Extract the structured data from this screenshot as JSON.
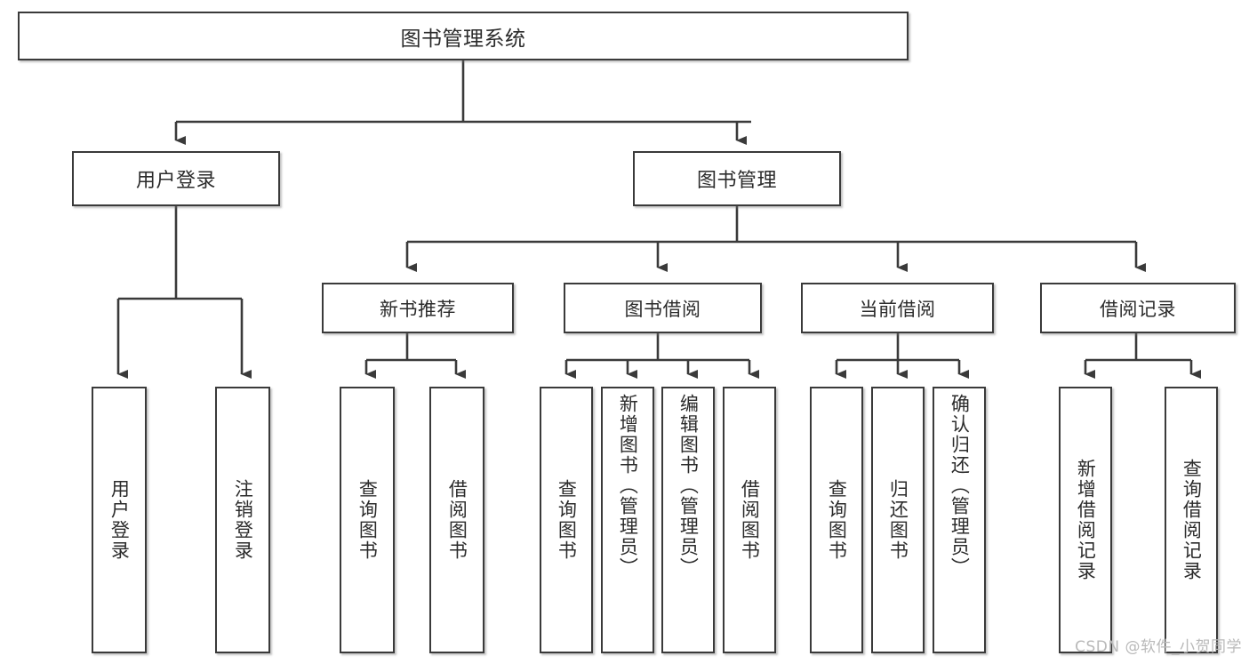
{
  "diagram": {
    "type": "tree",
    "title": "图书管理系统",
    "orientation": "top-down",
    "colors": {
      "node_border": "#3a3a3a",
      "node_fill": "#ffffff",
      "edge": "#3a3a3a",
      "text": "#2b2b2b",
      "watermark": "#b9b9b9",
      "background": "#ffffff"
    },
    "root": {
      "label": "图书管理系统"
    },
    "level1": [
      {
        "id": "user-login",
        "label": "用户登录"
      },
      {
        "id": "book-manage",
        "label": "图书管理"
      }
    ],
    "level2": [
      {
        "id": "new-book-recommend",
        "label": "新书推荐",
        "parent": "book-manage"
      },
      {
        "id": "book-borrow",
        "label": "图书借阅",
        "parent": "book-manage"
      },
      {
        "id": "current-borrow",
        "label": "当前借阅",
        "parent": "book-manage"
      },
      {
        "id": "borrow-record",
        "label": "借阅记录",
        "parent": "book-manage"
      }
    ],
    "leaves": [
      {
        "id": "leaf-user-login",
        "label": "用户登录",
        "parent": "user-login"
      },
      {
        "id": "leaf-user-logout",
        "label": "注销登录",
        "parent": "user-login"
      },
      {
        "id": "leaf-query-book-1",
        "label": "查询图书",
        "parent": "new-book-recommend"
      },
      {
        "id": "leaf-borrow-book-1",
        "label": "借阅图书",
        "parent": "new-book-recommend"
      },
      {
        "id": "leaf-query-book-2",
        "label": "查询图书",
        "parent": "book-borrow"
      },
      {
        "id": "leaf-add-book",
        "label": "新增图书（管理员）",
        "parent": "book-borrow"
      },
      {
        "id": "leaf-edit-book",
        "label": "编辑图书（管理员）",
        "parent": "book-borrow"
      },
      {
        "id": "leaf-borrow-book-2",
        "label": "借阅图书",
        "parent": "book-borrow"
      },
      {
        "id": "leaf-query-book-3",
        "label": "查询图书",
        "parent": "current-borrow"
      },
      {
        "id": "leaf-return-book",
        "label": "归还图书",
        "parent": "current-borrow"
      },
      {
        "id": "leaf-confirm-return",
        "label": "确认归还（管理员）",
        "parent": "current-borrow"
      },
      {
        "id": "leaf-add-record",
        "label": "新增借阅记录",
        "parent": "borrow-record"
      },
      {
        "id": "leaf-query-record",
        "label": "查询借阅记录",
        "parent": "borrow-record"
      }
    ],
    "watermark": "CSDN @软件_小贺同学"
  }
}
